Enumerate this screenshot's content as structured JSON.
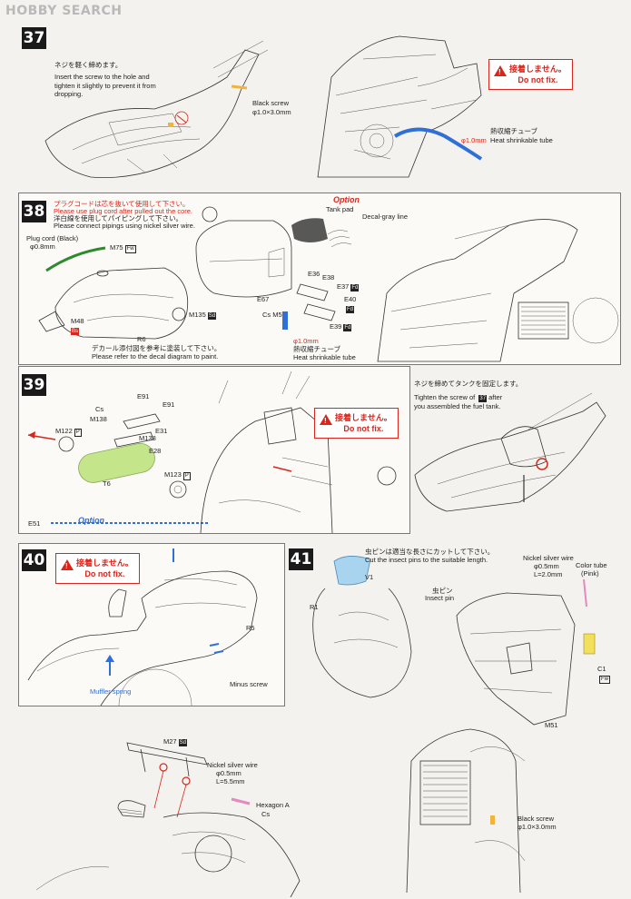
{
  "header": {
    "logo": "HOBBY SEARCH"
  },
  "step37": {
    "num": "37",
    "jp_note": "ネジを軽く締めます。",
    "en_note": "Insert the screw to the hole and tighten it slightly to prevent it from dropping.",
    "screw_label": "Black screw",
    "screw_size": "φ1.0×3.0mm",
    "warning_jp": "接着しません。",
    "warning_en": "Do not fix.",
    "tube_size": "φ1.0mm",
    "tube_jp": "熱収縮チューブ",
    "tube_en": "Heat shrinkable tube"
  },
  "step38": {
    "num": "38",
    "note_jp1": "プラグコードは芯を抜いて使用して下さい。",
    "note_en1": "Please use plug cord after pulled out the core.",
    "note_jp2": "洋白線を使用してパイピングして下さい。",
    "note_en2": "Please connect pipings using nickel silver wire.",
    "option": "Option",
    "tank_pad": "Tank pad",
    "decal": "Decal-gray line",
    "plug_cord": "Plug cord (Black)",
    "plug_size": "φ0.8mm",
    "m75": "M75",
    "m75_tag": "Fw",
    "m135": "M135",
    "m135_tag": "Sd",
    "m48": "M48",
    "m48_tag": "Bs",
    "r6": "R6",
    "e36": "E36",
    "e38": "E38",
    "e37": "E37",
    "e37_tag": "Fd",
    "e40": "E40",
    "e40_tag": "Fd",
    "e39": "E39",
    "e39_tag": "Fd",
    "e67": "E67",
    "cs_m5": "Cs M5",
    "decal_jp": "デカール添付図を参考に塗装して下さい。",
    "decal_en": "Please refer to the decal diagram to paint.",
    "tube_size": "φ1.0mm",
    "tube_jp": "熱収縮チューブ",
    "tube_en": "Heat shrinkable tube"
  },
  "step39": {
    "num": "39",
    "e91a": "E91",
    "e91b": "E91",
    "cs": "Cs",
    "m138a": "M138",
    "m138b": "M138",
    "e31": "E31",
    "e28": "E28",
    "m122": "M122",
    "m122_tag": "P",
    "m123": "M123",
    "m123_tag": "P",
    "t6": "T6",
    "e51": "E51",
    "option": "Option",
    "warning_jp": "接着しません。",
    "warning_en": "Do not fix.",
    "right_jp": "ネジを締めてタンクを固定します。",
    "right_en1": "Tighten the screw of",
    "right_ref": "37",
    "right_en2": "after",
    "right_en3": "you assembled the fuel tank."
  },
  "step40": {
    "num": "40",
    "warning_jp": "接着しません。",
    "warning_en": "Do not fix.",
    "r5": "R5",
    "minus_screw": "Minus screw",
    "muffler": "Muffler spring"
  },
  "step41": {
    "num": "41",
    "insect_jp": "虫ピンは適当な長さにカットして下さい。",
    "insect_en": "Cut the insect pins to the suitable length.",
    "v1": "V1",
    "r1": "R1",
    "insect_pin_jp": "虫ピン",
    "insect_pin_en": "Insect pin",
    "wire_label": "Nickel silver wire",
    "wire_size": "φ0.5mm",
    "wire_len": "L=2.0mm",
    "color_tube": "Color tube",
    "color_tube_note": "(Pink)",
    "c1": "C1",
    "c1_tag": "Fw",
    "m51": "M51"
  },
  "bottom": {
    "m27": "M27",
    "m27_tag": "Sd",
    "wire_label": "Nickel silver wire",
    "wire_size": "φ0.5mm",
    "wire_len": "L=5.5mm",
    "hexagon": "Hexagon A",
    "hex_tag": "Cs",
    "screw_label": "Black screw",
    "screw_size": "φ1.0×3.0mm"
  },
  "colors": {
    "accent_red": "#d8261c",
    "tube_blue": "#2f6fd6",
    "tube_green": "#2d8a2d",
    "pad_green": "#c4e58a"
  }
}
